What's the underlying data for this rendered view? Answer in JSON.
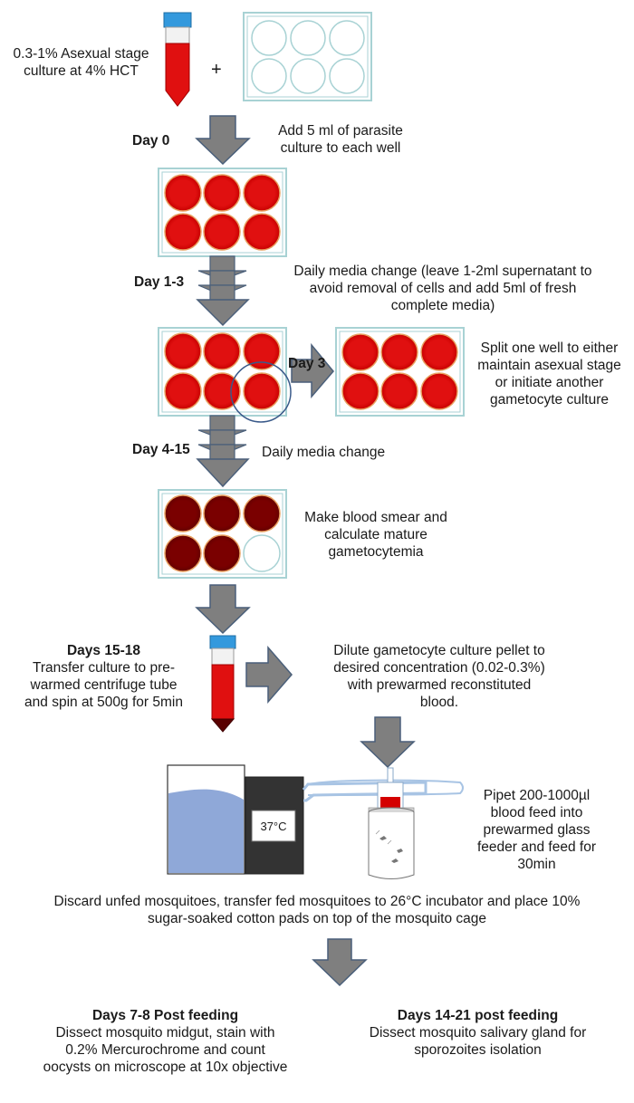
{
  "start": {
    "culture_label": "0.3-1% Asexual stage\nculture at 4% HCT",
    "plus": "+"
  },
  "step_day0": {
    "day": "Day 0",
    "text": "Add 5 ml of parasite\nculture to each well"
  },
  "step_day1_3": {
    "day": "Day 1-3",
    "text": "Daily media change (leave 1-2ml supernatant to\navoid removal of cells and add 5ml of fresh\ncomplete media)"
  },
  "step_day3": {
    "day": "Day 3",
    "text": "Split one well to either\nmaintain asexual stage\nor initiate another\ngametocyte culture"
  },
  "step_day4_15": {
    "day": "Day 4-15",
    "text": "Daily media change"
  },
  "step_smear": {
    "text": "Make blood smear and\ncalculate mature\ngametocytemia"
  },
  "step_day15_18": {
    "day": "Days 15-18",
    "text": "Transfer culture to pre-\nwarmed centrifuge tube\nand spin at 500g for 5min",
    "dilute_text": "Dilute gametocyte culture pellet to\ndesired concentration (0.02-0.3%)\nwith prewarmed reconstituted\nblood."
  },
  "feeding": {
    "water_bath_label": "37°C",
    "pipet_text": "Pipet 200-1000µl\nblood feed into\nprewarmed glass\nfeeder and feed for\n30min"
  },
  "post_feed": {
    "text": "Discard unfed mosquitoes, transfer fed mosquitoes to 26°C incubator and place 10%\nsugar-soaked cotton pads on top of the mosquito cage"
  },
  "outcome_midgut": {
    "title": "Days 7-8 Post feeding",
    "text": "Dissect mosquito midgut, stain with\n0.2% Mercurochrome and count\noocysts on microscope at 10x objective"
  },
  "outcome_salivary": {
    "title": "Days 14-21 post feeding",
    "text": "Dissect mosquito salivary gland for\nsporozoites isolation"
  },
  "colors": {
    "arrow_fill": "#7f7f7f",
    "arrow_stroke": "#4a5f7a",
    "plate_border": "#a8d2d4",
    "asexual_red": "#e01010",
    "gametocyte_red": "#7a0000",
    "water_blue": "#8fa8d8",
    "cap_blue": "#3399dd"
  }
}
